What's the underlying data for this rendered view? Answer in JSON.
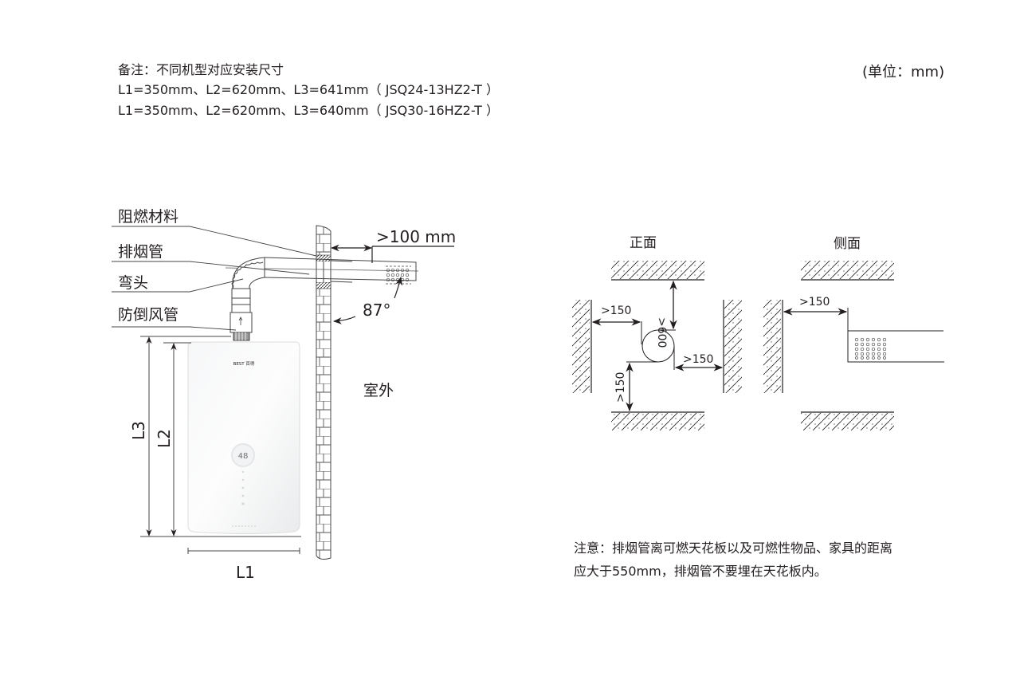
{
  "notes": {
    "title": "备注：不同机型对应安装尺寸",
    "lines": [
      "L1=350mm、L2=620mm、L3=641mm（ JSQ24-13HZ2-T ）",
      "L1=350mm、L2=620mm、L3=640mm（ JSQ30-16HZ2-T ）"
    ]
  },
  "unit": "(单位：mm)",
  "install_diagram": {
    "labels": {
      "flame_retardant": "阻燃材料",
      "flue_pipe": "排烟管",
      "elbow": "弯头",
      "anti_backdraft": "防倒风管",
      "outdoor": "室外"
    },
    "dimensions": {
      "protrusion": ">100 mm",
      "angle": "87°",
      "L1": "L1",
      "L2": "L2",
      "L3": "L3"
    },
    "heater": {
      "brand": "BEST 百得",
      "display": "48"
    }
  },
  "clearance_views": {
    "front": {
      "title": "正面",
      "left": ">150",
      "top": ">600",
      "right": ">150",
      "bottom": ">150"
    },
    "side": {
      "title": "侧面",
      "left": ">150"
    }
  },
  "warning": {
    "line1": "注意：排烟管离可燃天花板以及可燃性物品、家具的距离",
    "line2": "应大于550mm，排烟管不要埋在天花板内。"
  }
}
